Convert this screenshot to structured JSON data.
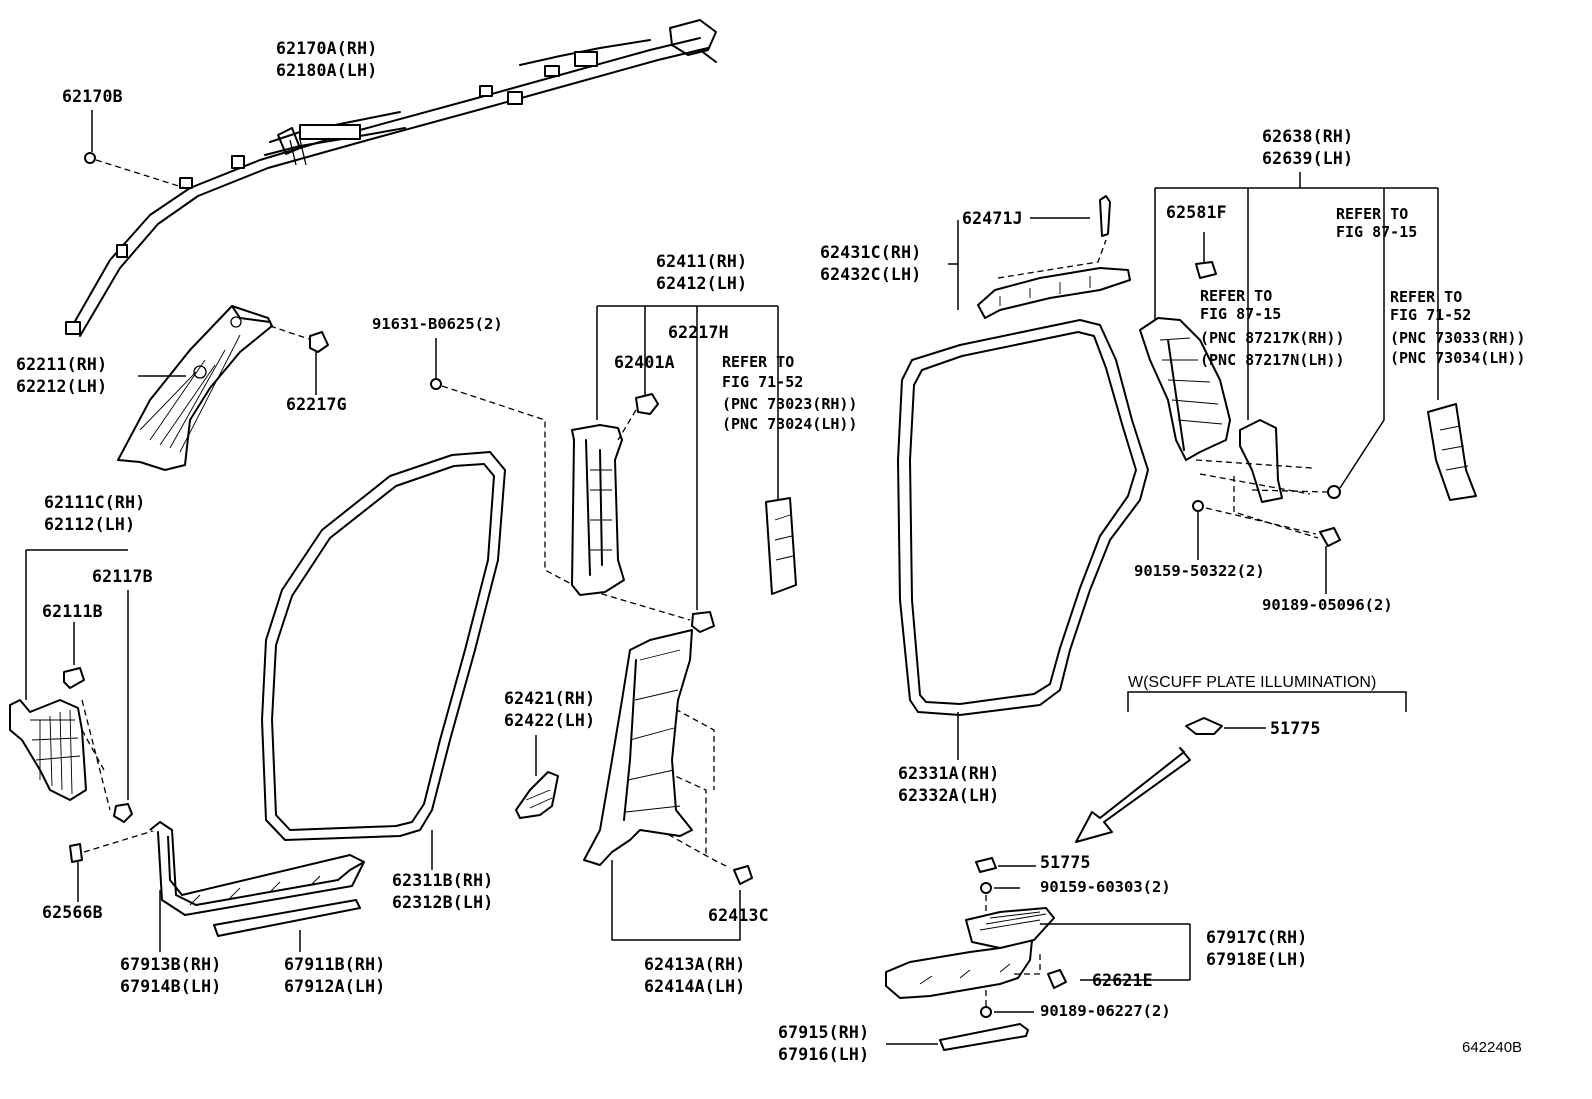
{
  "figure_code": "642240B",
  "labels": {
    "l62170A": "62170A(RH)",
    "l62180A": "62180A(LH)",
    "l62170B": "62170B",
    "l62211": "62211(RH)",
    "l62212": "62212(LH)",
    "l62217G": "62217G",
    "l62111C": "62111C(RH)",
    "l62112": "62112(LH)",
    "l62117B": "62117B",
    "l62111B": "62111B",
    "l62566B": "62566B",
    "l67913B": "67913B(RH)",
    "l67914B": "67914B(LH)",
    "l67911B": "67911B(RH)",
    "l67912A": "67912A(LH)",
    "l62311B": "62311B(RH)",
    "l62312B": "62312B(LH)",
    "l91631": "91631-B0625(2)",
    "l62411": "62411(RH)",
    "l62412": "62412(LH)",
    "l62217H": "62217H",
    "l62401A": "62401A",
    "l62421": "62421(RH)",
    "l62422": "62422(LH)",
    "l62413C": "62413C",
    "l62413A": "62413A(RH)",
    "l62414A": "62414A(LH)",
    "l62471J": "62471J",
    "l62431C": "62431C(RH)",
    "l62432C": "62432C(LH)",
    "l62331A": "62331A(RH)",
    "l62332A": "62332A(LH)",
    "l62638": "62638(RH)",
    "l62639": "62639(LH)",
    "l62581F": "62581F",
    "l90159_50322": "90159-50322(2)",
    "l90189_05096": "90189-05096(2)",
    "l51775a": "51775",
    "l51775b": "51775",
    "l90159_60303": "90159-60303(2)",
    "l67917C": "67917C(RH)",
    "l67918E": "67918E(LH)",
    "l62621E": "62621E",
    "l90189_06227": "90189-06227(2)",
    "l67915": "67915(RH)",
    "l67916": "67916(LH)"
  },
  "refs": {
    "r1_a": "REFER TO",
    "r1_b": "FIG 71-52",
    "r1_c": "(PNC 73023(RH))",
    "r1_d": "(PNC 73024(LH))",
    "r2_a": "REFER TO",
    "r2_b": "FIG 87-15",
    "r2_c": "(PNC 87217K(RH))",
    "r2_d": "(PNC 87217N(LH))",
    "r3_a": "REFER TO",
    "r3_b": "FIG 87-15",
    "r4_a": "REFER TO",
    "r4_b": "FIG 71-52",
    "r4_c": "(PNC 73033(RH))",
    "r4_d": "(PNC 73034(LH))"
  },
  "option_group": "W(SCUFF PLATE ILLUMINATION)"
}
